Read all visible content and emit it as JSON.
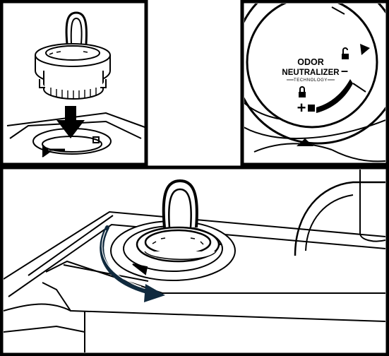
{
  "dial": {
    "line1": "ODOR",
    "line2": "NEUTRALIZER",
    "line3": "TECHNOLOGY",
    "plus_symbol": "+",
    "minus_symbol": "–"
  },
  "colors": {
    "line": "#000000",
    "background": "#ffffff",
    "arrow_accent": "#102a3e"
  },
  "panels": [
    "insert-cap",
    "dial-closeup",
    "rotate-cap"
  ]
}
